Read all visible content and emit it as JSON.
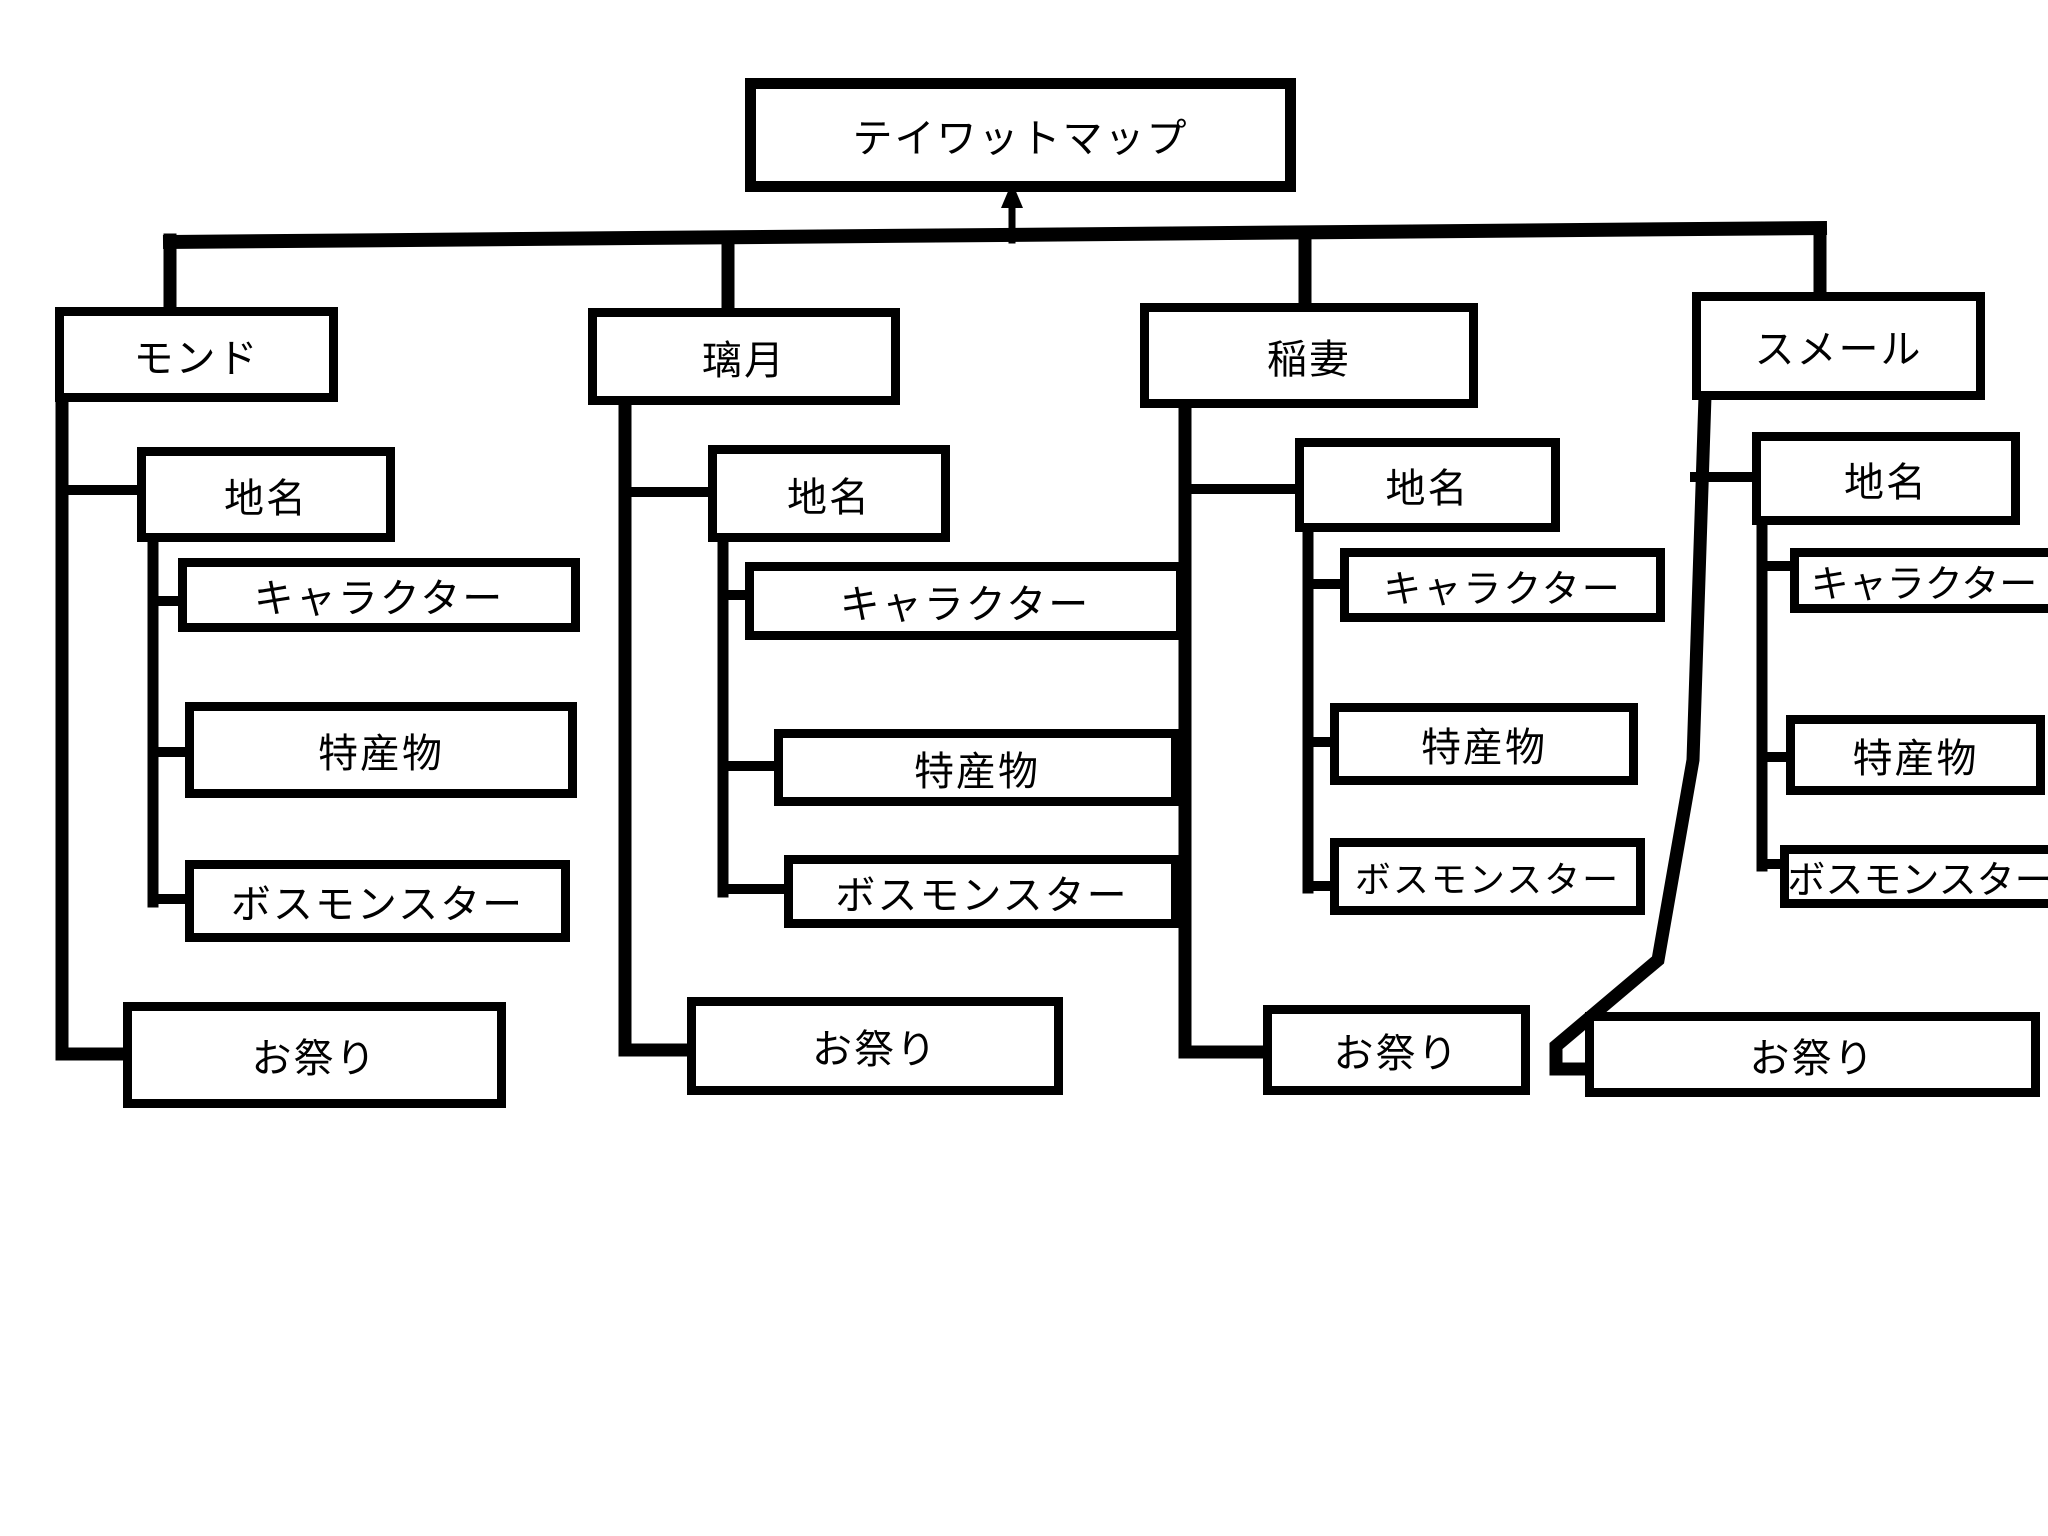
{
  "diagram": {
    "title": "テイワットマップ",
    "regions": [
      {
        "label": "モンド",
        "children": [
          {
            "label": "地名",
            "children": [
              {
                "label": "キャラクター"
              },
              {
                "label": "特産物"
              },
              {
                "label": "ボスモンスター"
              }
            ]
          },
          {
            "label": "お祭り"
          }
        ]
      },
      {
        "label": "璃月",
        "children": [
          {
            "label": "地名",
            "children": [
              {
                "label": "キャラクター"
              },
              {
                "label": "特産物"
              },
              {
                "label": "ボスモンスター"
              }
            ]
          },
          {
            "label": "お祭り"
          }
        ]
      },
      {
        "label": "稲妻",
        "children": [
          {
            "label": "地名",
            "children": [
              {
                "label": "キャラクター"
              },
              {
                "label": "特産物"
              },
              {
                "label": "ボスモンスター"
              }
            ]
          },
          {
            "label": "お祭り"
          }
        ]
      },
      {
        "label": "スメール",
        "children": [
          {
            "label": "地名",
            "children": [
              {
                "label": "キャラクター"
              },
              {
                "label": "特産物"
              },
              {
                "label": "ボスモンスター"
              }
            ]
          },
          {
            "label": "お祭り"
          }
        ]
      }
    ],
    "line_color": "#000000",
    "box_background": "#ffffff"
  }
}
